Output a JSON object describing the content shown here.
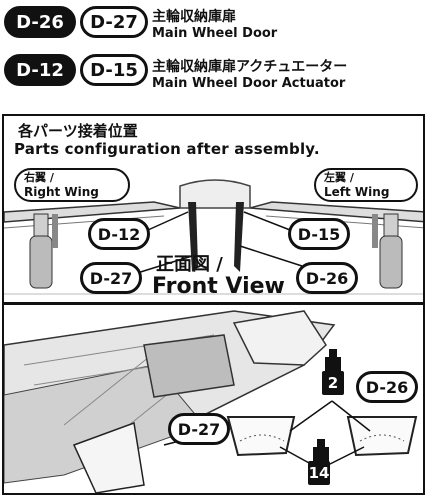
{
  "legend": {
    "row1": {
      "parts": [
        "D-26",
        "D-27"
      ],
      "jp": "主輪収納庫扉",
      "en": "Main Wheel Door"
    },
    "row2": {
      "parts": [
        "D-12",
        "D-15"
      ],
      "jp": "主輪収納庫扉アクチュエーター",
      "en": "Main Wheel Door Actuator"
    }
  },
  "panel1": {
    "title_jp": "各パーツ接着位置",
    "title_en": "Parts configuration after assembly.",
    "right_wing": {
      "jp": "右翼 /",
      "en": "Right Wing"
    },
    "left_wing": {
      "jp": "左翼 /",
      "en": "Left Wing"
    },
    "callouts": [
      "D-12",
      "D-27",
      "D-15",
      "D-26"
    ],
    "front_view_jp": "正面図 /",
    "front_view_en": "Front View"
  },
  "panel2": {
    "callouts": [
      "D-27",
      "D-26"
    ],
    "paint": [
      "2",
      "14"
    ]
  },
  "colors": {
    "ink": "#111111",
    "paper": "#ffffff",
    "line": "#555555"
  }
}
